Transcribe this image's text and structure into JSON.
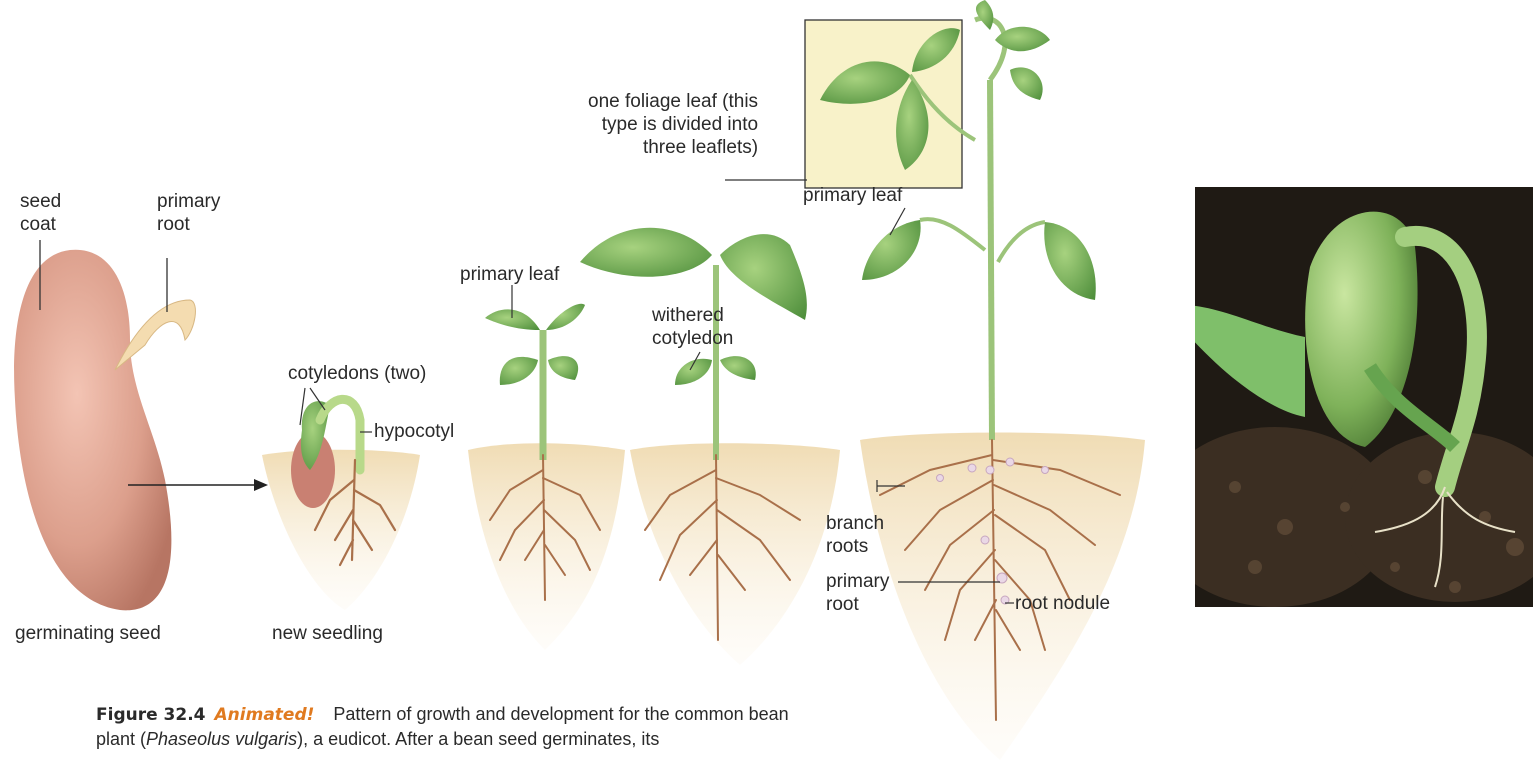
{
  "labels": {
    "seed_coat": "seed\ncoat",
    "primary_root_seed": "primary\nroot",
    "germinating_seed": "germinating seed",
    "cotyledons": "cotyledons (two)",
    "hypocotyl": "hypocotyl",
    "new_seedling": "new seedling",
    "primary_leaf_1": "primary leaf",
    "withered_cotyledon": "withered\ncotyledon",
    "foliage_leaf": "one foliage leaf (this\ntype is divided into\nthree leaflets)",
    "primary_leaf_2": "primary leaf",
    "branch_roots": "branch\nroots",
    "primary_root_mature": "primary\nroot",
    "root_nodule": "root nodule"
  },
  "caption": {
    "figure_number": "Figure 32.4",
    "animated": "Animated!",
    "text_1": "Pattern of growth and development for the common bean plant (",
    "species": "Phaseolus vulgaris",
    "text_2": "), a eudicot. After a bean seed germinates, its"
  },
  "colors": {
    "soil": "#f5e6c8",
    "root": "#a9704a",
    "stem": "#9cc47a",
    "leaf": "#6fae57",
    "seed": "#d89a8a",
    "leaflet_box": "#f8f2c9",
    "photo_bg": "#1f1a14"
  }
}
